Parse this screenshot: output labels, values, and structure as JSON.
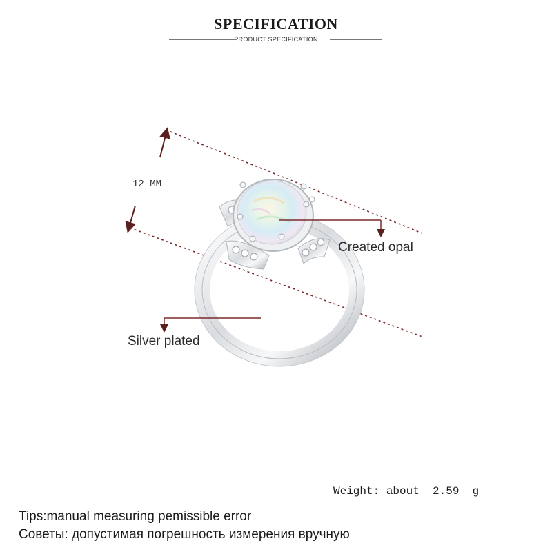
{
  "header": {
    "title": "SPECIFICATION",
    "subtitle": "PRODUCT SPECIFICATION"
  },
  "diagram": {
    "size_label": "12 MM",
    "stone_label": "Created opal",
    "band_label": "Silver plated"
  },
  "footer": {
    "weight": "Weight: about  2.59  g",
    "tips_en": "Tips:manual measuring pemissible error",
    "tips_ru": "Советы: допустимая погрешность измерения вручную"
  },
  "colors": {
    "leader_line": "#7a2a2a",
    "dim_line": "#7a2a2a",
    "rule": "#777777",
    "metal": "#e6e8ea"
  },
  "icons": [
    "ring-illustration",
    "opal-stone-icon",
    "dimension-arrow-icon"
  ]
}
